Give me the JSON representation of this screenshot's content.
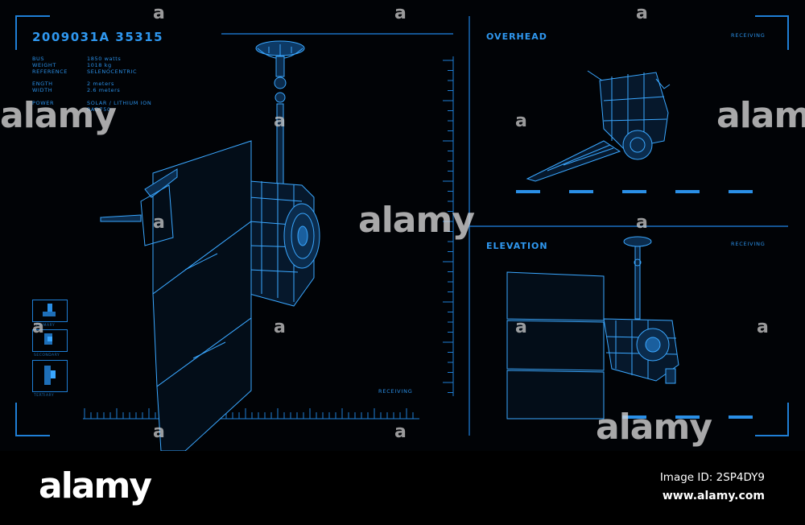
{
  "main": {
    "title": "2009031A 35315",
    "specs": [
      {
        "key": "BUS",
        "value": "1850 watts"
      },
      {
        "key": "WEIGHT",
        "value": "1018 kg"
      },
      {
        "key": "REFERENCE",
        "value": "SELENOCENTRIC"
      },
      {
        "key": "ENGTH",
        "value": "2 meters"
      },
      {
        "key": "WIDTH",
        "value": "2.6 meters"
      },
      {
        "key": "POWER",
        "value": "SOLAR / LITHIUM ION"
      },
      {
        "key": "",
        "value": "RAD750"
      }
    ],
    "status": "RECEIVING",
    "thumbs": [
      {
        "label": "PRIMARY"
      },
      {
        "label": "SECONDARY"
      },
      {
        "label": "TERTIARY"
      }
    ]
  },
  "overhead": {
    "title": "OVERHEAD",
    "status": "RECEIVING"
  },
  "elevation": {
    "title": "ELEVATION",
    "status": "RECEIVING"
  },
  "watermark": {
    "word": "alamy",
    "letter": "a"
  },
  "footer": {
    "logo": "alamy",
    "image_id": "Image ID: 2SP4DY9",
    "url": "www.alamy.com"
  },
  "colors": {
    "accent": "#2a8fe6",
    "background": "#010306",
    "wireframe": "#3aa7ff"
  }
}
